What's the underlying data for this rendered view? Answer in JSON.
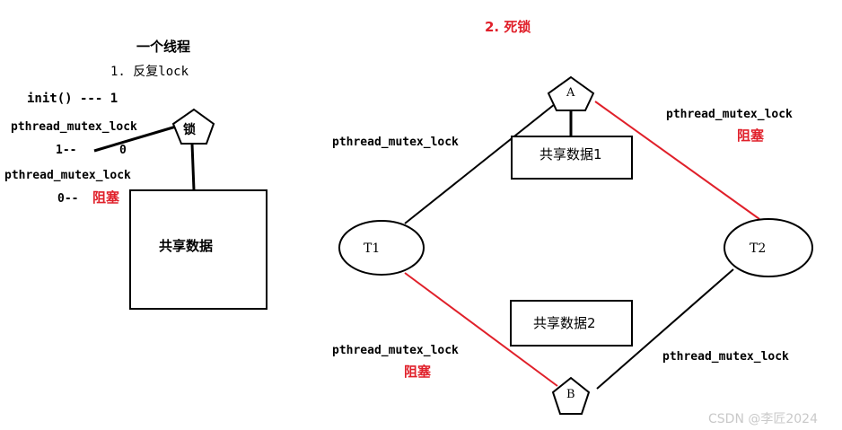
{
  "left": {
    "title": "一个线程",
    "subtitle": "1. 反复lock",
    "init_line": "init() --- 1",
    "lock1_label": "pthread_mutex_lock",
    "count1_a": "1--",
    "count1_b": "0",
    "lock2_label": "pthread_mutex_lock",
    "count2": "0--",
    "blocked": "阻塞",
    "lock_node": "锁",
    "shared_box": "共享数据"
  },
  "right": {
    "title": "2. 死锁",
    "lock_a": "A",
    "lock_b": "B",
    "thread1": "T1",
    "thread2": "T2",
    "shared1": "共享数据1",
    "shared2": "共享数据2",
    "t1_lock_a": "pthread_mutex_lock",
    "t2_lock_a": "pthread_mutex_lock",
    "t2_lock_a_state": "阻塞",
    "t1_lock_b": "pthread_mutex_lock",
    "t1_lock_b_state": "阻塞",
    "t2_lock_b": "pthread_mutex_lock"
  },
  "colors": {
    "line": "#000000",
    "blocked": "#e0202a"
  },
  "watermark": "CSDN @李匠2024"
}
